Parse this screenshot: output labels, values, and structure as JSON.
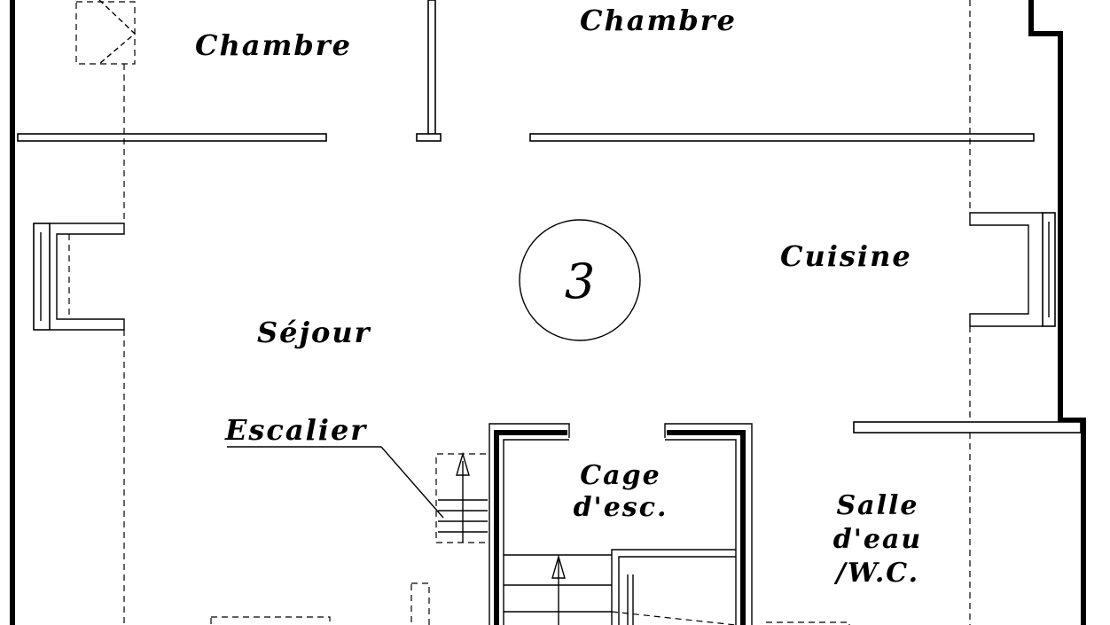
{
  "plan": {
    "rooms": {
      "chambre_left": "Chambre",
      "chambre_right": "Chambre",
      "sejour": "Séjour",
      "cuisine": "Cuisine",
      "cage_line1": "Cage",
      "cage_line2": "d'esc.",
      "salle_line1": "Salle",
      "salle_line2": "d'eau",
      "salle_line3": "/W.C."
    },
    "labels": {
      "escalier": "Escalier",
      "level_number": "3"
    }
  }
}
